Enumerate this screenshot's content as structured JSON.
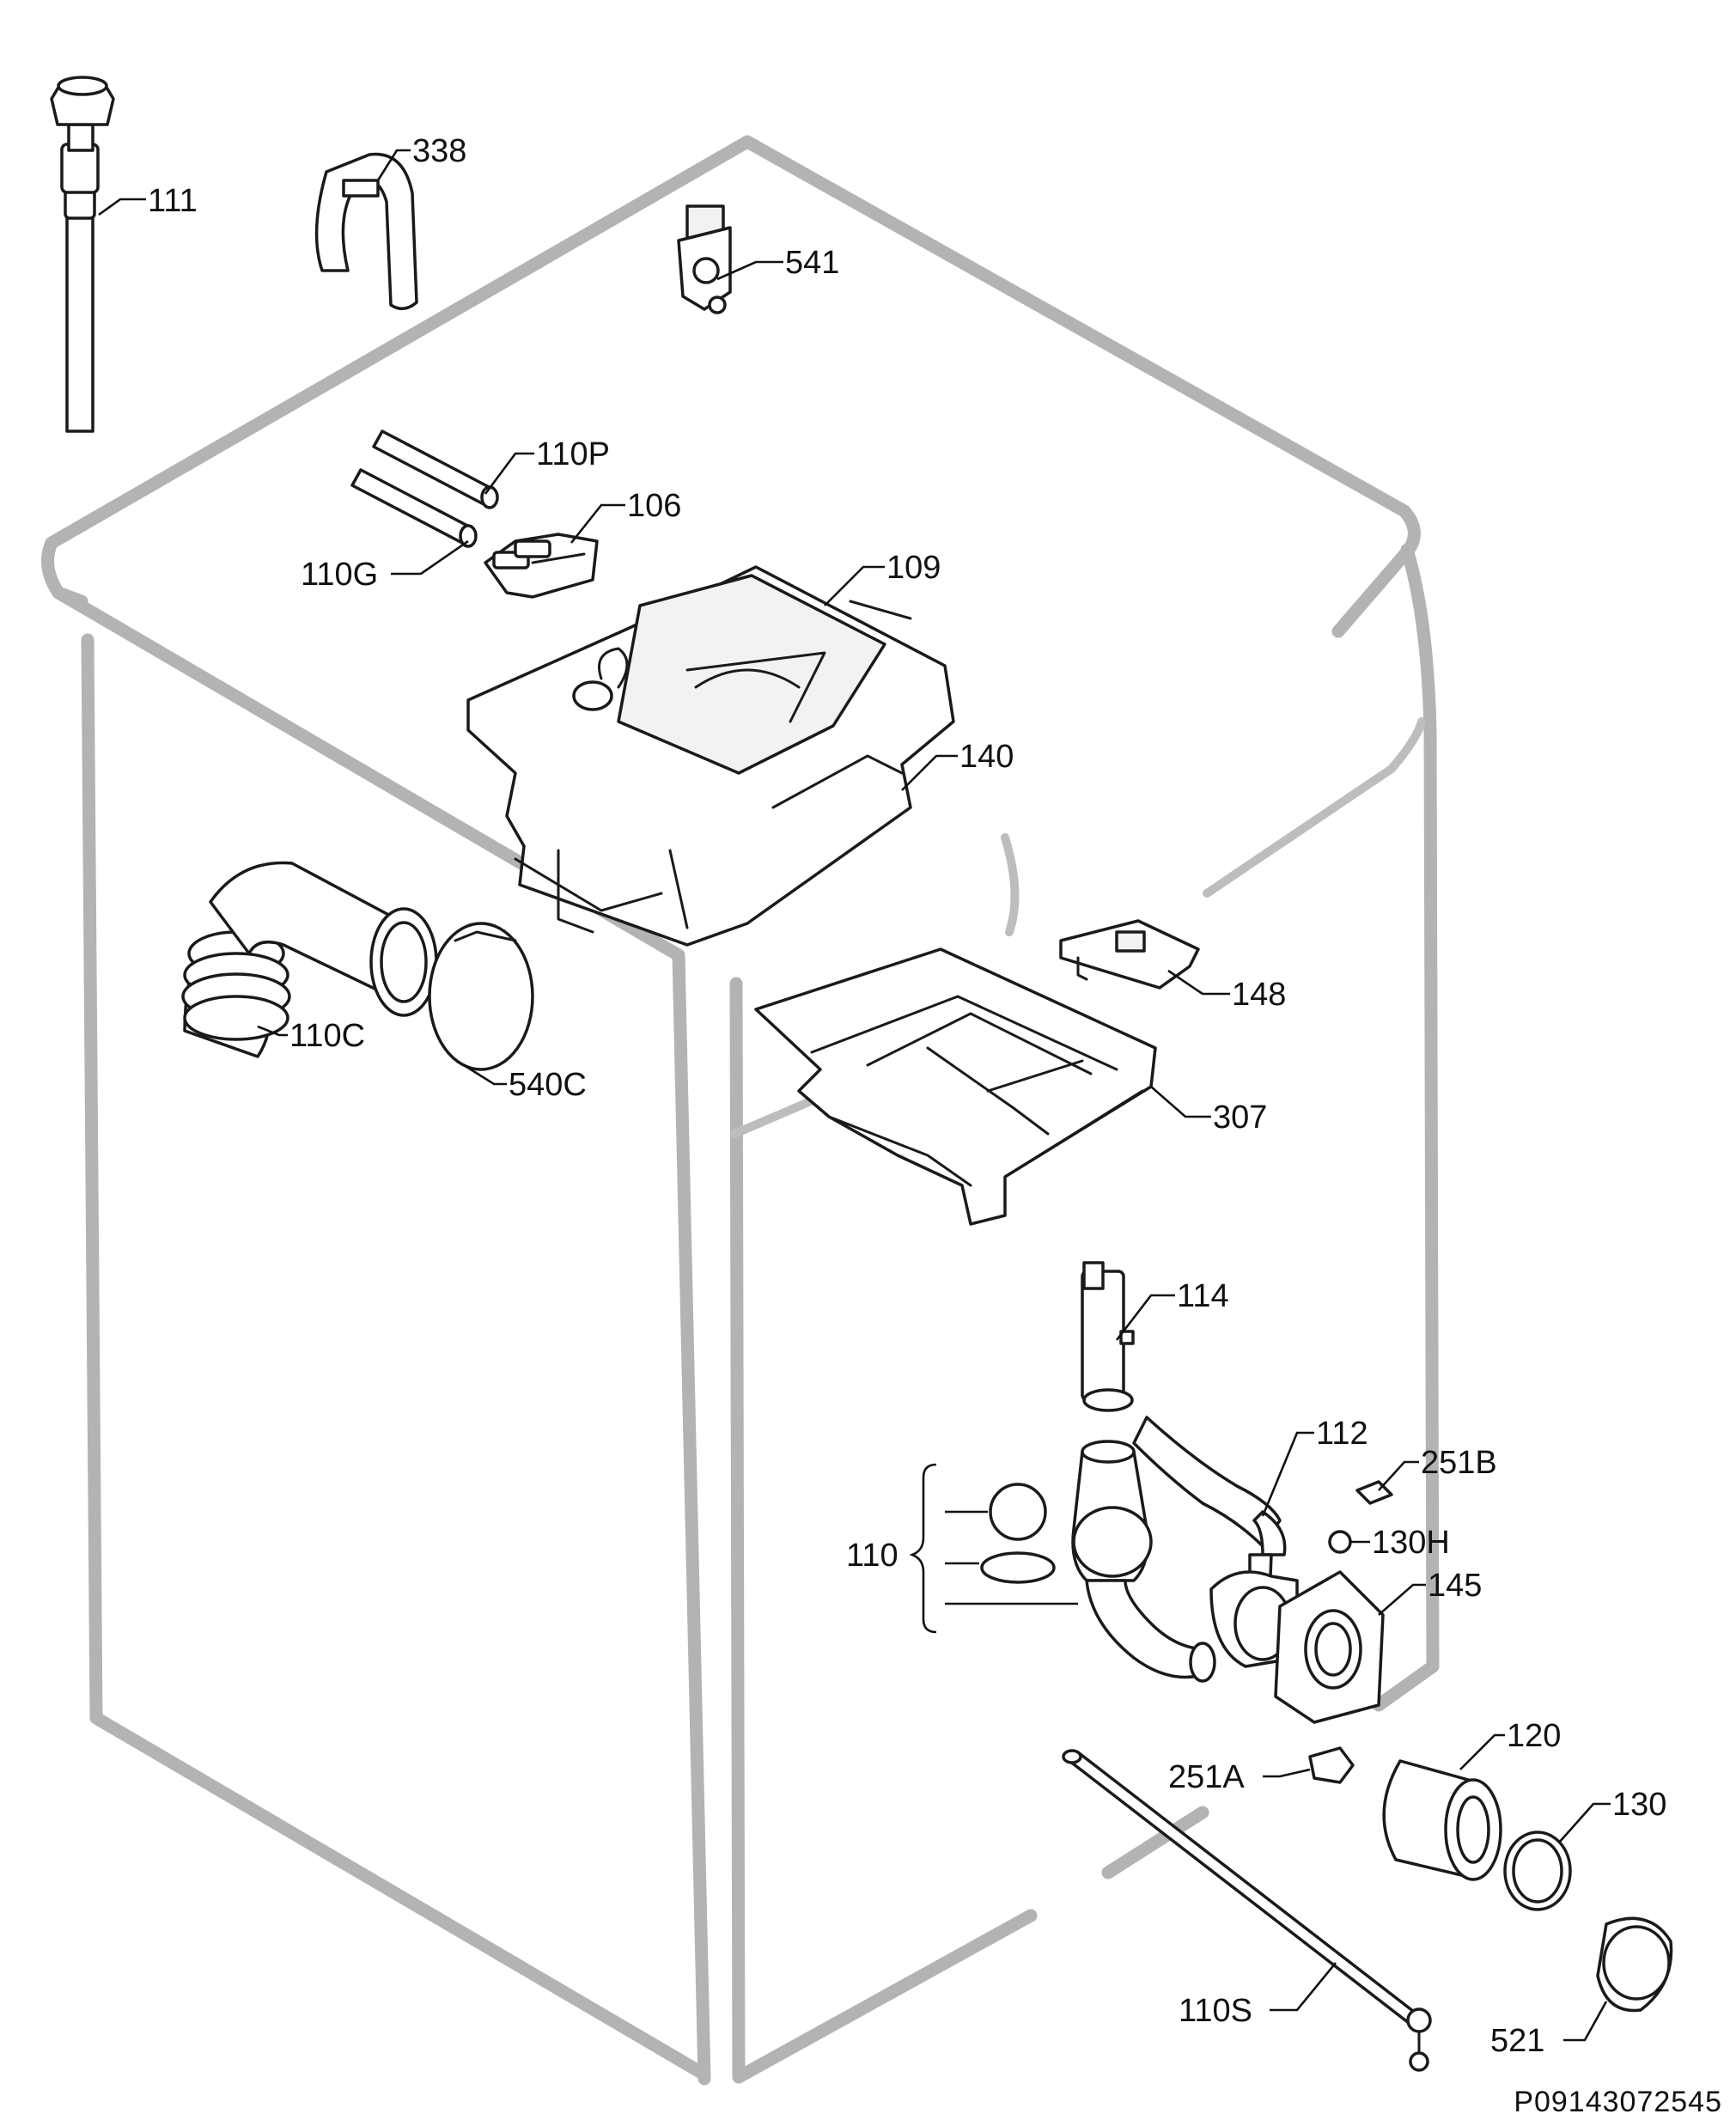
{
  "diagram": {
    "drawing_code": "P09143072545",
    "callouts": [
      {
        "id": "c111",
        "label": "111"
      },
      {
        "id": "c338",
        "label": "338"
      },
      {
        "id": "c541",
        "label": "541"
      },
      {
        "id": "c110P",
        "label": "110P"
      },
      {
        "id": "c106",
        "label": "106"
      },
      {
        "id": "c110G",
        "label": "110G"
      },
      {
        "id": "c109",
        "label": "109"
      },
      {
        "id": "c140",
        "label": "140"
      },
      {
        "id": "c148",
        "label": "148"
      },
      {
        "id": "c110C",
        "label": "110C"
      },
      {
        "id": "c540C",
        "label": "540C"
      },
      {
        "id": "c307",
        "label": "307"
      },
      {
        "id": "c114",
        "label": "114"
      },
      {
        "id": "c112",
        "label": "112"
      },
      {
        "id": "c251B",
        "label": "251B"
      },
      {
        "id": "c110",
        "label": "110"
      },
      {
        "id": "c130H",
        "label": "130H"
      },
      {
        "id": "c145",
        "label": "145"
      },
      {
        "id": "c120",
        "label": "120"
      },
      {
        "id": "c251A",
        "label": "251A"
      },
      {
        "id": "c130",
        "label": "130"
      },
      {
        "id": "c110S",
        "label": "110S"
      },
      {
        "id": "c521",
        "label": "521"
      }
    ]
  }
}
